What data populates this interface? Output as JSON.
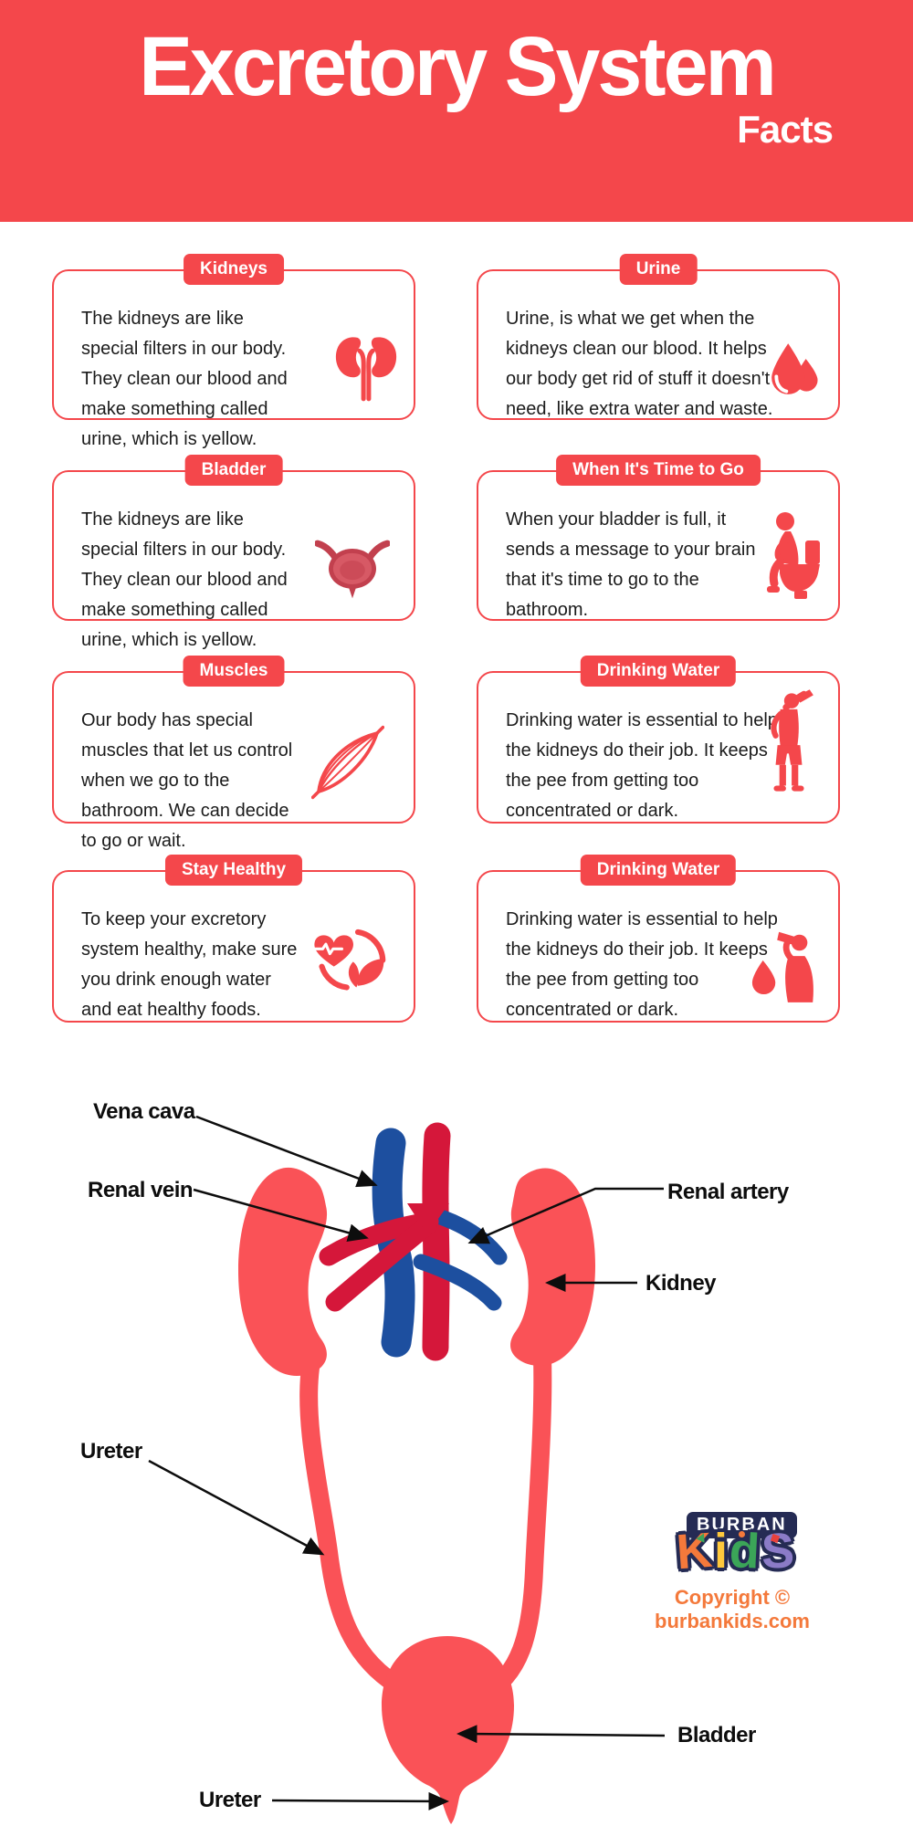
{
  "header": {
    "title": "Excretory System",
    "subtitle": "Facts"
  },
  "cards": [
    {
      "badge": "Kidneys",
      "icon": "kidneys-icon",
      "text": "The kidneys are like special filters in our body. They clean our blood and make something called urine, which is yellow."
    },
    {
      "badge": "Urine",
      "icon": "urine-drops-icon",
      "text": "Urine, is what we get when the kidneys clean our blood. It helps our body get rid of stuff it doesn't need, like extra water and waste."
    },
    {
      "badge": "Bladder",
      "icon": "bladder-icon",
      "text": "The kidneys are like special filters in our body. They clean our blood and make something called urine, which is yellow."
    },
    {
      "badge": "When It's Time to Go",
      "icon": "toilet-person-icon",
      "text": "When your bladder is full, it sends a message to your brain that it's time to go to the bathroom."
    },
    {
      "badge": "Muscles",
      "icon": "muscle-icon",
      "text": "Our body has special muscles that let us control when we go to the bathroom. We can decide to go or wait."
    },
    {
      "badge": "Drinking Water",
      "icon": "drinking-person-icon",
      "text": "Drinking water is essential to help the kidneys do their job. It keeps the pee from getting too concentrated or dark."
    },
    {
      "badge": "Stay Healthy",
      "icon": "healthy-heart-icon",
      "text": "To keep your excretory system healthy, make sure you drink enough water and eat healthy foods."
    },
    {
      "badge": "Drinking Water",
      "icon": "drinking-droplet-icon",
      "text": "Drinking water is essential to help the kidneys do their job. It keeps the pee from getting too concentrated or dark."
    }
  ],
  "diagram": {
    "labels": [
      {
        "text": "Vena cava"
      },
      {
        "text": "Renal vein"
      },
      {
        "text": "Renal artery"
      },
      {
        "text": "Kidney"
      },
      {
        "text": "Ureter"
      },
      {
        "text": "Bladder"
      },
      {
        "text": "Ureter"
      }
    ]
  },
  "footer": {
    "brand_top": "BURBAN",
    "brand_letters": [
      "K",
      "i",
      "d",
      "S"
    ],
    "copyright": "Copyright © burbankids.com"
  },
  "colors": {
    "primary_red": "#F4474B",
    "diagram_red": "#FA5257",
    "vein_crimson": "#D5173A",
    "artery_blue": "#1D4F9F",
    "label_dark": "#0D0D0D",
    "logo_navy": "#252B54",
    "logo_orange": "#F4793B",
    "logo_yellow": "#FFC93C",
    "logo_green": "#3BA558",
    "logo_purple": "#8B7BC7",
    "copyright_orange": "#F4793B"
  }
}
